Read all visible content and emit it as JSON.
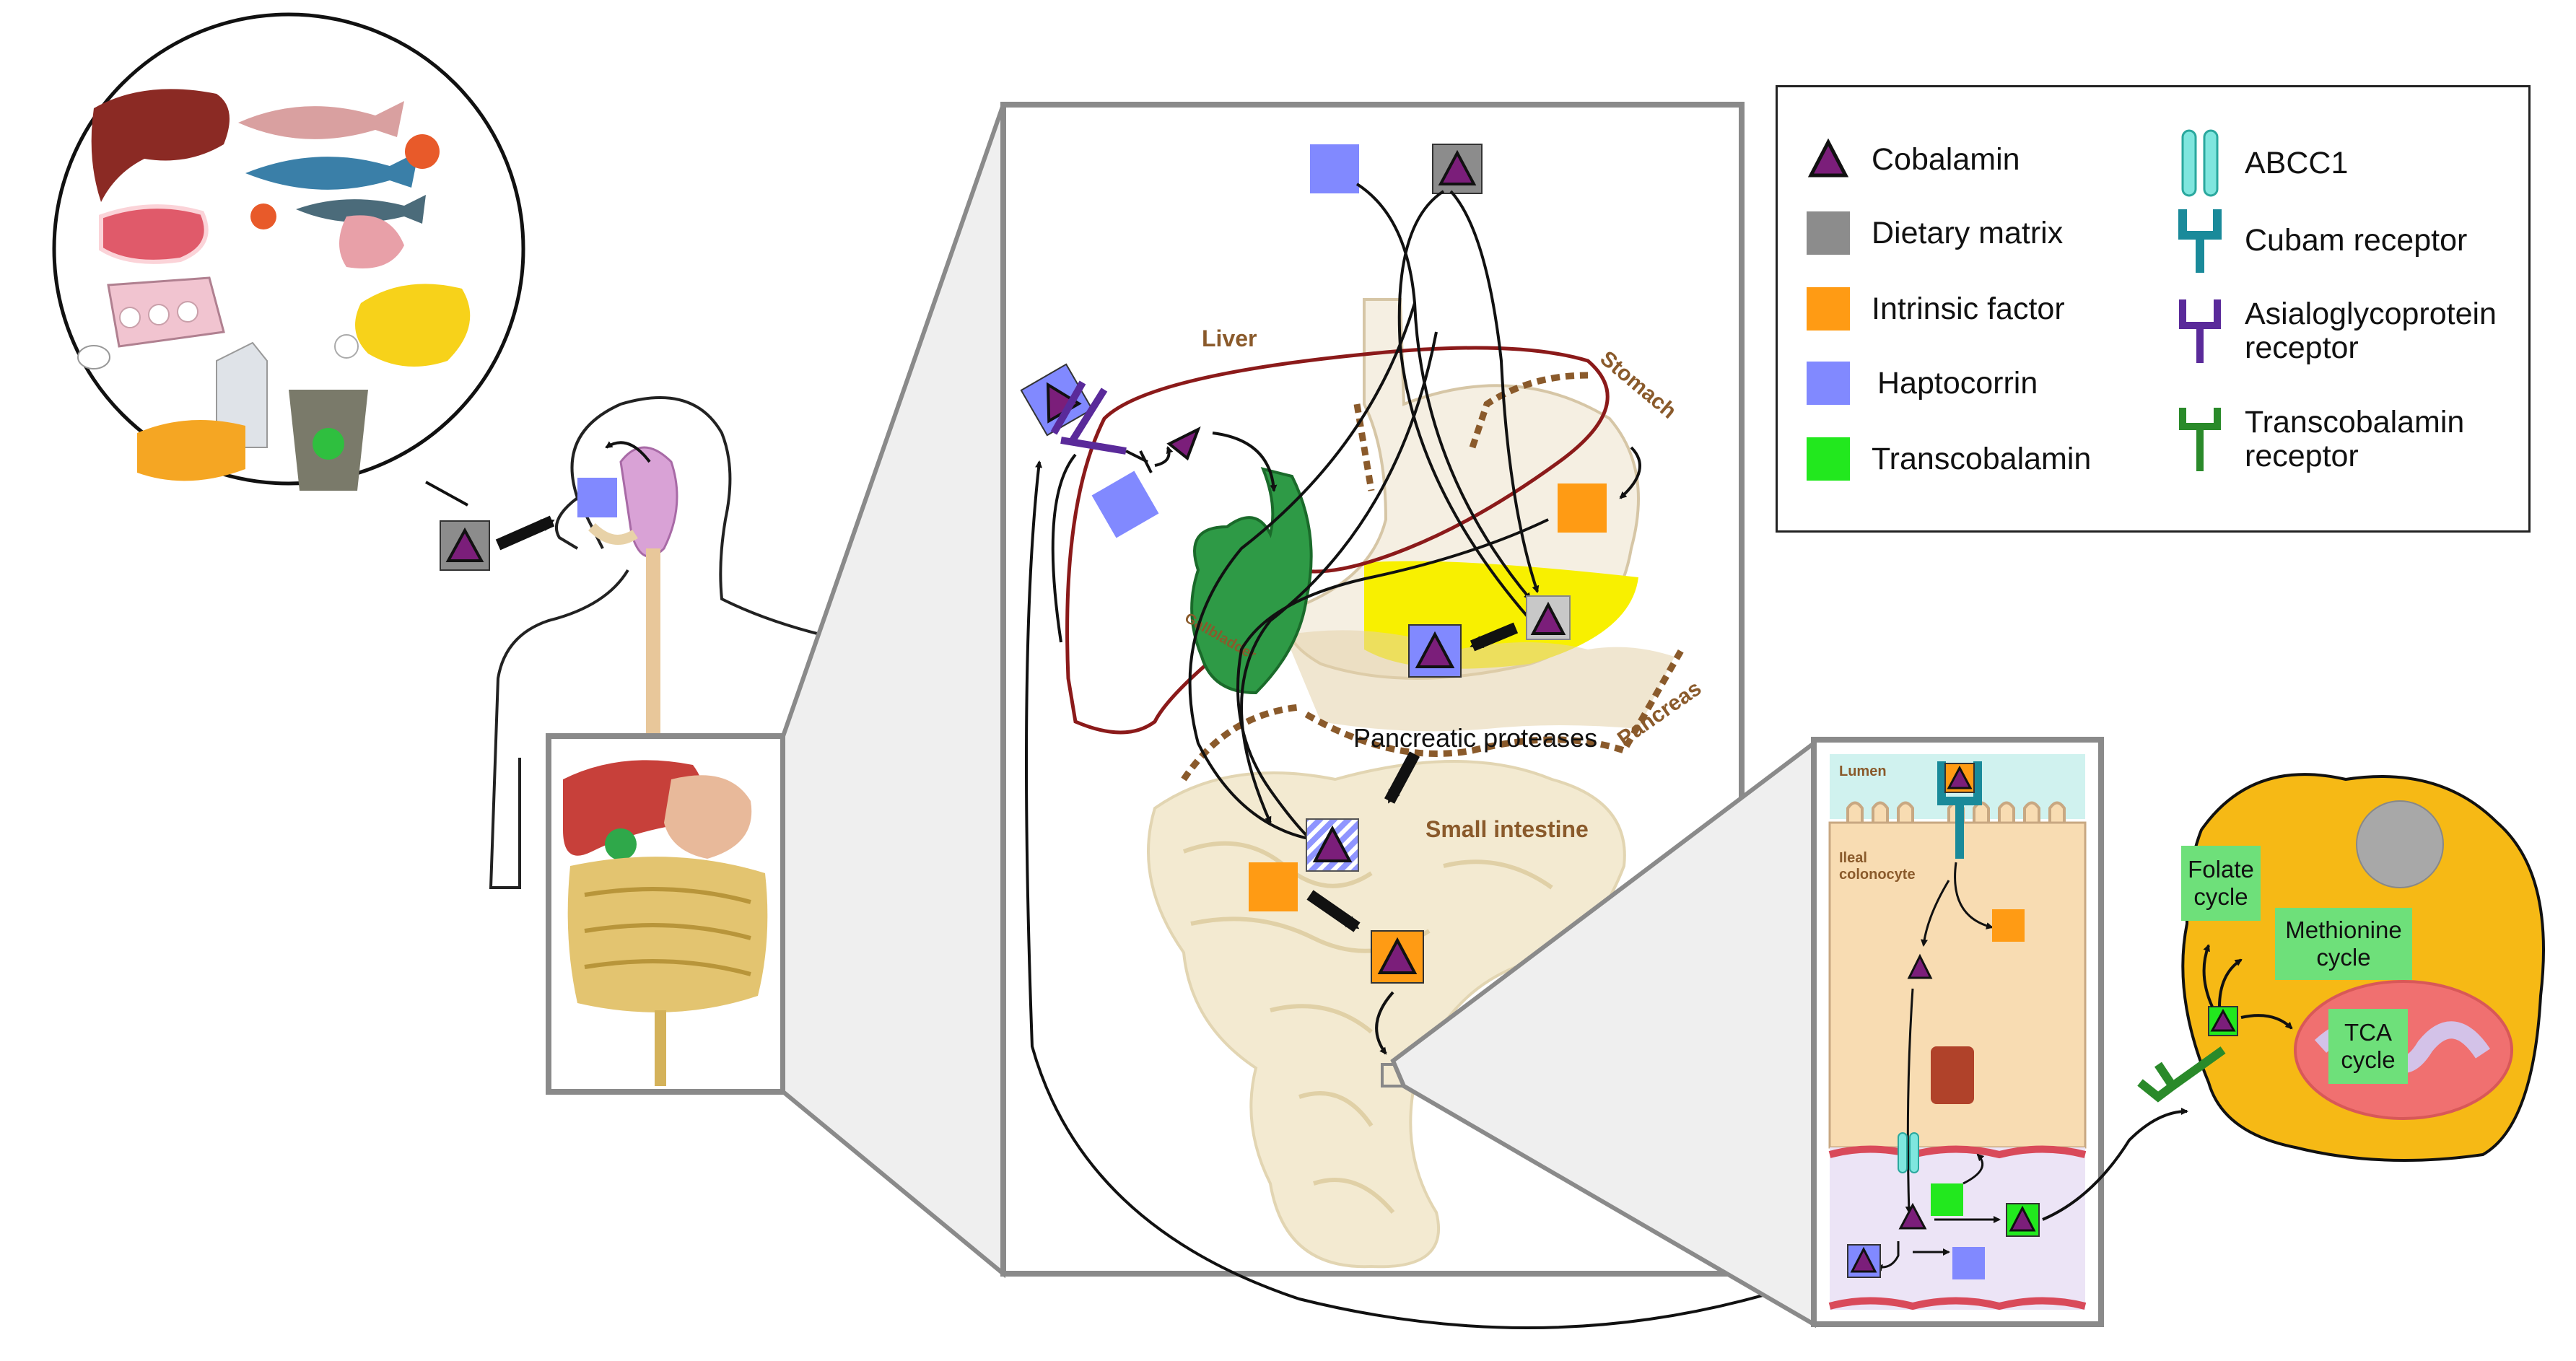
{
  "legend": {
    "cobalamin": "Cobalamin",
    "dietary_matrix": "Dietary matrix",
    "intrinsic_factor": "Intrinsic factor",
    "haptocorrin": "Haptocorrin",
    "transcobalamin": "Transcobalamin",
    "abcc1": "ABCC1",
    "cubam": "Cubam receptor",
    "asialo_line1": "Asialoglycoprotein",
    "asialo_line2": "receptor",
    "tcr_line1": "Transcobalamin",
    "tcr_line2": "receptor"
  },
  "organs": {
    "liver": "Liver",
    "stomach": "Stomach",
    "gallbladder": "Gallbladder",
    "pancreas": "Pancreas",
    "small_intestine": "Small intestine",
    "pancreatic_proteases": "Pancreatic  proteases"
  },
  "cell": {
    "lumen": "Lumen",
    "ileal_line1": "Ileal",
    "ileal_line2": "colonocyte"
  },
  "metabolism": {
    "folate_line1": "Folate",
    "folate_line2": "cycle",
    "methionine_line1": "Methionine",
    "methionine_line2": "cycle",
    "tca_line1": "TCA",
    "tca_line2": "cycle"
  },
  "colors": {
    "cobalamin": "#7b1e7a",
    "dietary_matrix": "#8c8c8c",
    "intrinsic_factor": "#ff9b14",
    "haptocorrin": "#7f86ff",
    "transcobalamin": "#22e81e",
    "abcc1": "#7fe6de",
    "cubam": "#1a8a9a",
    "asialo": "#5a2a9a",
    "tc_receptor": "#2a8a2a"
  }
}
